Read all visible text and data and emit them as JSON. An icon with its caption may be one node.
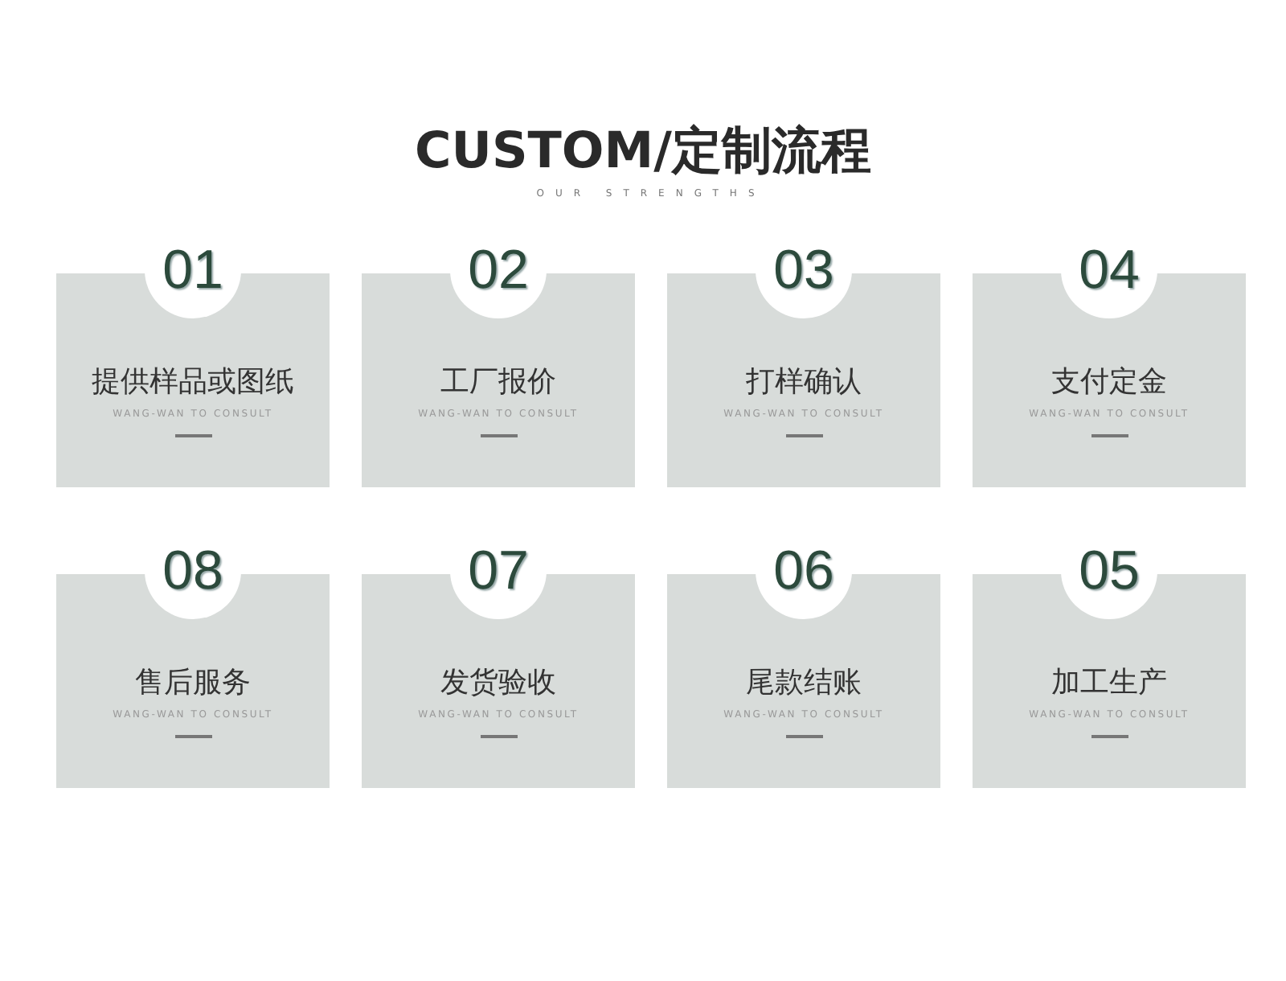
{
  "diagram": {
    "title": "CUSTOM/定制流程",
    "labels": [
      "OUR STRENGTHS"
    ],
    "nodes": [
      {
        "text": [
          "01",
          "提供样品或图纸",
          "WANG-WAN TO CONSULT"
        ]
      },
      {
        "text": [
          "02",
          "工厂报价",
          "WANG-WAN TO CONSULT"
        ]
      },
      {
        "text": [
          "03",
          "打样确认",
          "WANG-WAN TO CONSULT"
        ]
      },
      {
        "text": [
          "04",
          "支付定金",
          "WANG-WAN TO CONSULT"
        ]
      },
      {
        "text": [
          "08",
          "售后服务",
          "WANG-WAN TO CONSULT"
        ]
      },
      {
        "text": [
          "07",
          "发货验收",
          "WANG-WAN TO CONSULT"
        ]
      },
      {
        "text": [
          "06",
          "尾款结账",
          "WANG-WAN TO CONSULT"
        ]
      },
      {
        "text": [
          "05",
          "加工生产",
          "WANG-WAN TO CONSULT"
        ]
      }
    ]
  }
}
